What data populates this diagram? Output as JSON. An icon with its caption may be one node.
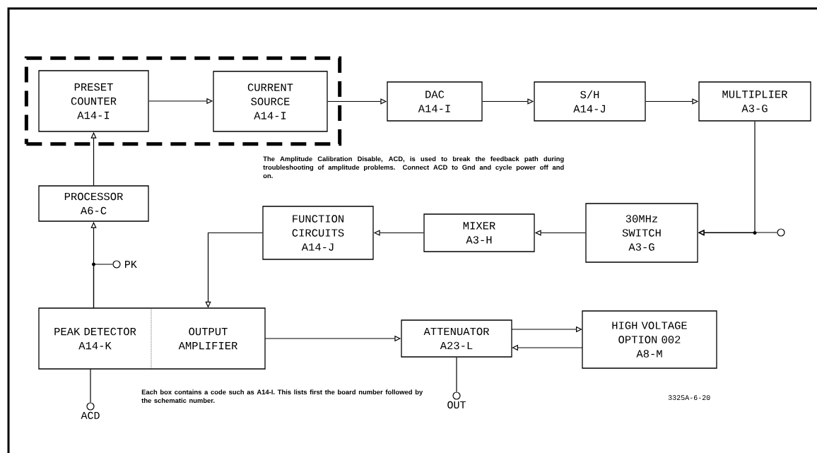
{
  "diagram": {
    "nodes": [
      {
        "text": [],
        "shape": "box"
      },
      {
        "text": [
          "PRESET COUNTER",
          "A14-I"
        ],
        "in": 0
      },
      {
        "text": [
          "CURRENT SOURCE",
          "A14-I"
        ],
        "in": 0
      },
      {
        "text": [
          "DAC",
          "A14-I"
        ]
      },
      {
        "text": [
          "S/H",
          "A14-J"
        ]
      },
      {
        "text": [
          "MULTIPLIER",
          "A3-G"
        ]
      },
      {
        "text": [
          "PROCESSOR",
          "A6-C"
        ]
      },
      {
        "text": [
          "FUNCTION CIRCUITS",
          "A14-J"
        ]
      },
      {
        "text": [
          "MIXER",
          "A3-H"
        ]
      },
      {
        "text": [
          "30MHz SWITCH",
          "A3-G"
        ]
      },
      {
        "text": [],
        "shape": "circle",
        "beside": [
          "PK"
        ]
      },
      {
        "text": [],
        "shape": "circle"
      },
      {
        "text": [
          "PEAK DETECTOR",
          "A14-K"
        ]
      },
      {
        "text": [
          "OUTPUT AMPLIFIER"
        ]
      },
      {
        "text": [
          "ATTENUATOR",
          "A23-L"
        ]
      },
      {
        "text": [
          "HIGH VOLTAGE OPTION 002",
          "A8-M"
        ]
      },
      {
        "text": [],
        "shape": "circle",
        "beside": [
          "ACD"
        ]
      },
      {
        "text": [],
        "shape": "circle",
        "beside": [
          "OUT"
        ]
      }
    ],
    "edges": [
      {
        "from": 1,
        "to": 2,
        "arrow": "to"
      },
      {
        "from": 2,
        "to": 3,
        "arrow": "to"
      },
      {
        "from": 3,
        "to": 4,
        "arrow": "to"
      },
      {
        "from": 4,
        "to": 5,
        "arrow": "to"
      },
      {
        "from": 5,
        "to": 9,
        "arrow": "to"
      },
      {
        "from": 11,
        "to": 9,
        "arrow": "to"
      },
      {
        "from": 9,
        "to": 8,
        "arrow": "to"
      },
      {
        "from": 8,
        "to": 7,
        "arrow": "to"
      },
      {
        "from": 7,
        "to": 13,
        "arrow": "to"
      },
      {
        "from": 13,
        "to": 14,
        "arrow": "to"
      },
      {
        "from": 14,
        "to": 15,
        "arrow": "to"
      },
      {
        "from": 15,
        "to": 14,
        "arrow": "to"
      },
      {
        "from": 14,
        "to": 17,
        "arrow": "none"
      },
      {
        "from": 12,
        "to": 16,
        "arrow": "none"
      },
      {
        "from": 12,
        "to": 6,
        "arrow": "to"
      },
      {
        "from": 12,
        "to": 10,
        "arrow": "none"
      },
      {
        "from": 6,
        "to": 1,
        "arrow": "to"
      }
    ],
    "labels": [
      "The Amplitude Calibration Disable, ACD, is used to break the feedback path during troubleshooting of amplitude problems. Connect ACD to Gnd and cycle power off and on.",
      "Each box contains a code such as A14-I. This lists first the board number followed by the schematic number.",
      "3325A-6-20"
    ]
  }
}
